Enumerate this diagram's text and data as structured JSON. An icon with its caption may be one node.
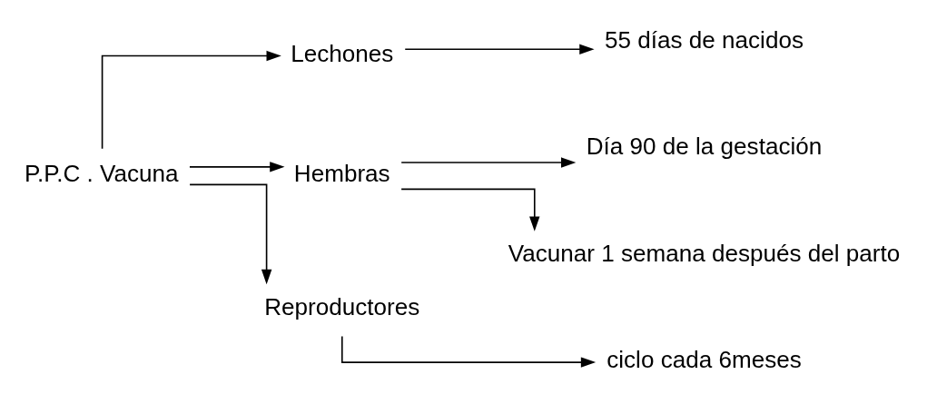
{
  "diagram": {
    "nodes": [
      {
        "text": [
          "P.P.C . Vacuna"
        ]
      },
      {
        "text": [
          "Lechones"
        ]
      },
      {
        "text": [
          "55 días de nacidos"
        ]
      },
      {
        "text": [
          "Hembras"
        ]
      },
      {
        "text": [
          "Día 90 de la gestación"
        ]
      },
      {
        "text": [
          "Vacunar 1 semana después del parto"
        ]
      },
      {
        "text": [
          "Reproductores"
        ]
      },
      {
        "text": [
          "ciclo cada 6meses"
        ]
      }
    ],
    "edges": [
      {
        "from": 0,
        "to": 1,
        "arrow": "to"
      },
      {
        "from": 0,
        "to": 3,
        "arrow": "to"
      },
      {
        "from": 0,
        "to": 6,
        "arrow": "to"
      },
      {
        "from": 1,
        "to": 2,
        "arrow": "to"
      },
      {
        "from": 3,
        "to": 4,
        "arrow": "to"
      },
      {
        "from": 3,
        "to": 5,
        "arrow": "to"
      },
      {
        "from": 6,
        "to": 7,
        "arrow": "to"
      }
    ]
  }
}
